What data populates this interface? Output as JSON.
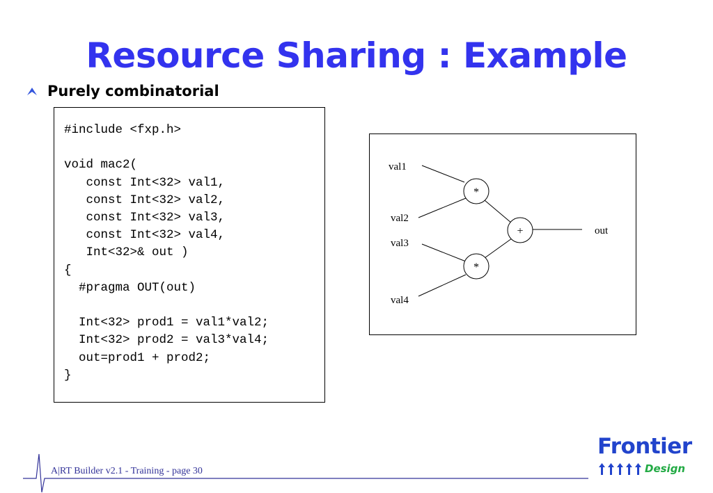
{
  "slide": {
    "title": "Resource Sharing : Example",
    "bullet": "Purely combinatorial"
  },
  "code": {
    "lines": [
      "#include <fxp.h>",
      "",
      "void mac2(",
      "   const Int<32> val1,",
      "   const Int<32> val2,",
      "   const Int<32> val3,",
      "   const Int<32> val4,",
      "   Int<32>& out )",
      "{",
      "  #pragma OUT(out)",
      "",
      "  Int<32> prod1 = val1*val2;",
      "  Int<32> prod2 = val3*val4;",
      "  out=prod1 + prod2;",
      "}"
    ]
  },
  "diagram": {
    "inputs": [
      "val1",
      "val2",
      "val3",
      "val4"
    ],
    "output": "out",
    "multiplier_symbol": "*",
    "adder_symbol": "+"
  },
  "footer": {
    "text": "A|RT Builder v2.1 -  Training  - page 30"
  },
  "logo": {
    "word": "Frontier",
    "sub": "Design"
  },
  "colors": {
    "title": "#3333ee",
    "footer_text": "#333399",
    "logo_blue": "#2244cc",
    "logo_green": "#22aa44",
    "bullet_icon": "#3355dd"
  }
}
